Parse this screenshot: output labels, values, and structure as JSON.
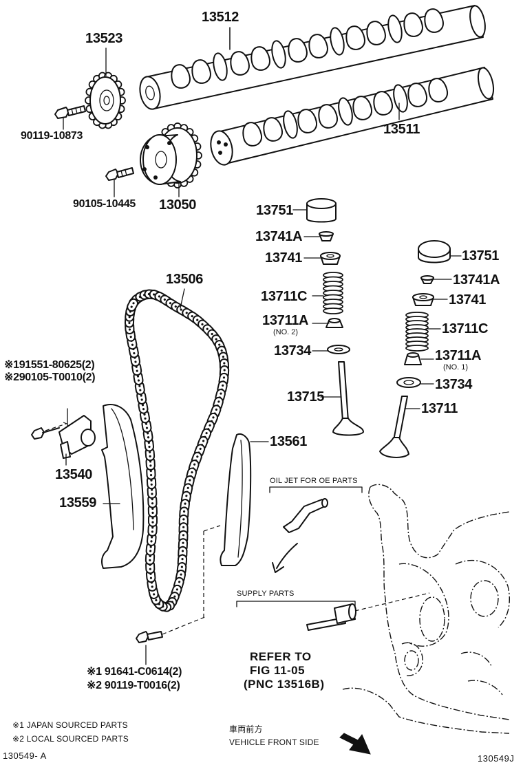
{
  "parts": {
    "p13512": "13512",
    "p13523": "13523",
    "p13511": "13511",
    "p90119_10873": "90119-10873",
    "p90105_10445": "90105-10445",
    "p13050": "13050",
    "p13751_a": "13751",
    "p13741A_a": "13741A",
    "p13741_a": "13741",
    "p13711C_a": "13711C",
    "p13711A_a": "13711A",
    "p13711A_a_note": "(NO. 2)",
    "p13734_a": "13734",
    "p13715": "13715",
    "p13751_b": "13751",
    "p13741A_b": "13741A",
    "p13741_b": "13741",
    "p13711C_b": "13711C",
    "p13711A_b": "13711A",
    "p13711A_b_note": "(NO. 1)",
    "p13734_b": "13734",
    "p13711": "13711",
    "p13506": "13506",
    "p91551_line": "※191551-80625(2)",
    "p90105_line": "※290105-T0010(2)",
    "p13540": "13540",
    "p13559": "13559",
    "p13561": "13561",
    "p91641_line": "※1 91641-C0614(2)",
    "p90119_line": "※2 90119-T0016(2)"
  },
  "annotations": {
    "oil_jet": "OIL JET FOR OE PARTS",
    "supply_parts": "SUPPLY PARTS",
    "refer_line1": "REFER TO",
    "refer_line2": "FIG 11-05",
    "refer_line3": "(PNC 13516B)"
  },
  "legend": {
    "note1": "※1  JAPAN SOURCED PARTS",
    "note2": "※2  LOCAL SOURCED PARTS"
  },
  "direction": {
    "japanese": "車両前方",
    "english": "VEHICLE FRONT SIDE"
  },
  "codes": {
    "left": "130549- A",
    "right": "130549J"
  }
}
